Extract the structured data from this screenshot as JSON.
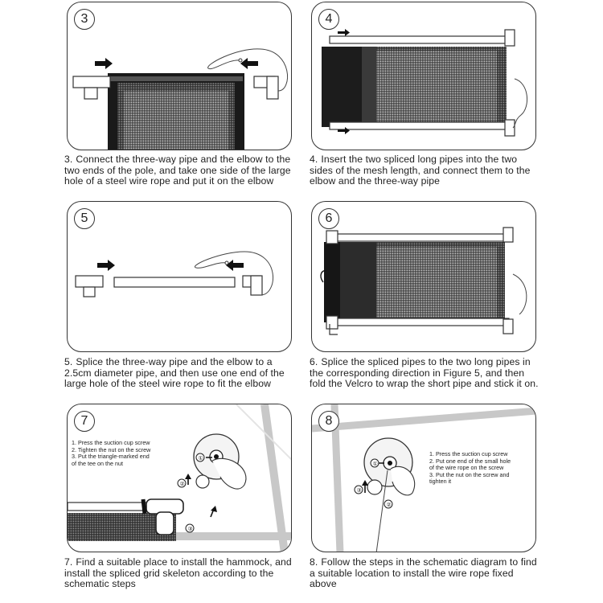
{
  "steps": [
    {
      "number": "3",
      "caption_num": "3.",
      "caption": "Connect the three-way pipe and the elbow to the two ends of the pole, and take one side of the large hole of a steel wire rope and put it on the elbow"
    },
    {
      "number": "4",
      "caption_num": "4.",
      "caption": "Insert the two spliced long pipes into the two sides of the mesh length, and connect them to the elbow and the three-way pipe"
    },
    {
      "number": "5",
      "caption_num": "5.",
      "caption": "Splice the three-way pipe and the elbow to a 2.5cm diameter pipe, and then use one end of the large hole of the steel wire rope to fit the elbow"
    },
    {
      "number": "6",
      "caption_num": "6.",
      "caption": "Splice the spliced pipes to the two long pipes in the corresponding direction in Figure 5, and then fold the Velcro to wrap the short pipe and stick it on."
    },
    {
      "number": "7",
      "caption_num": "7.",
      "caption": "Find a suitable place to install the hammock, and install the spliced grid skeleton according to the schematic steps"
    },
    {
      "number": "8",
      "caption_num": "8.",
      "caption": "Follow the steps in the schematic diagram to find a suitable location to install the wire rope fixed above"
    }
  ],
  "step7_list": [
    "1. Press the suction cup screw",
    "2. Tighten the nut on the screw",
    "3. Put the triangle-marked end",
    "   of the tee on the nut"
  ],
  "step8_list": [
    "1. Press the suction cup screw",
    "2. Put one end of the small hole",
    "   of the wire rope on the screw",
    "3. Put the nut on the screw and",
    "   tighten it"
  ],
  "callouts": {
    "one": "①",
    "two": "②",
    "three": "③"
  }
}
